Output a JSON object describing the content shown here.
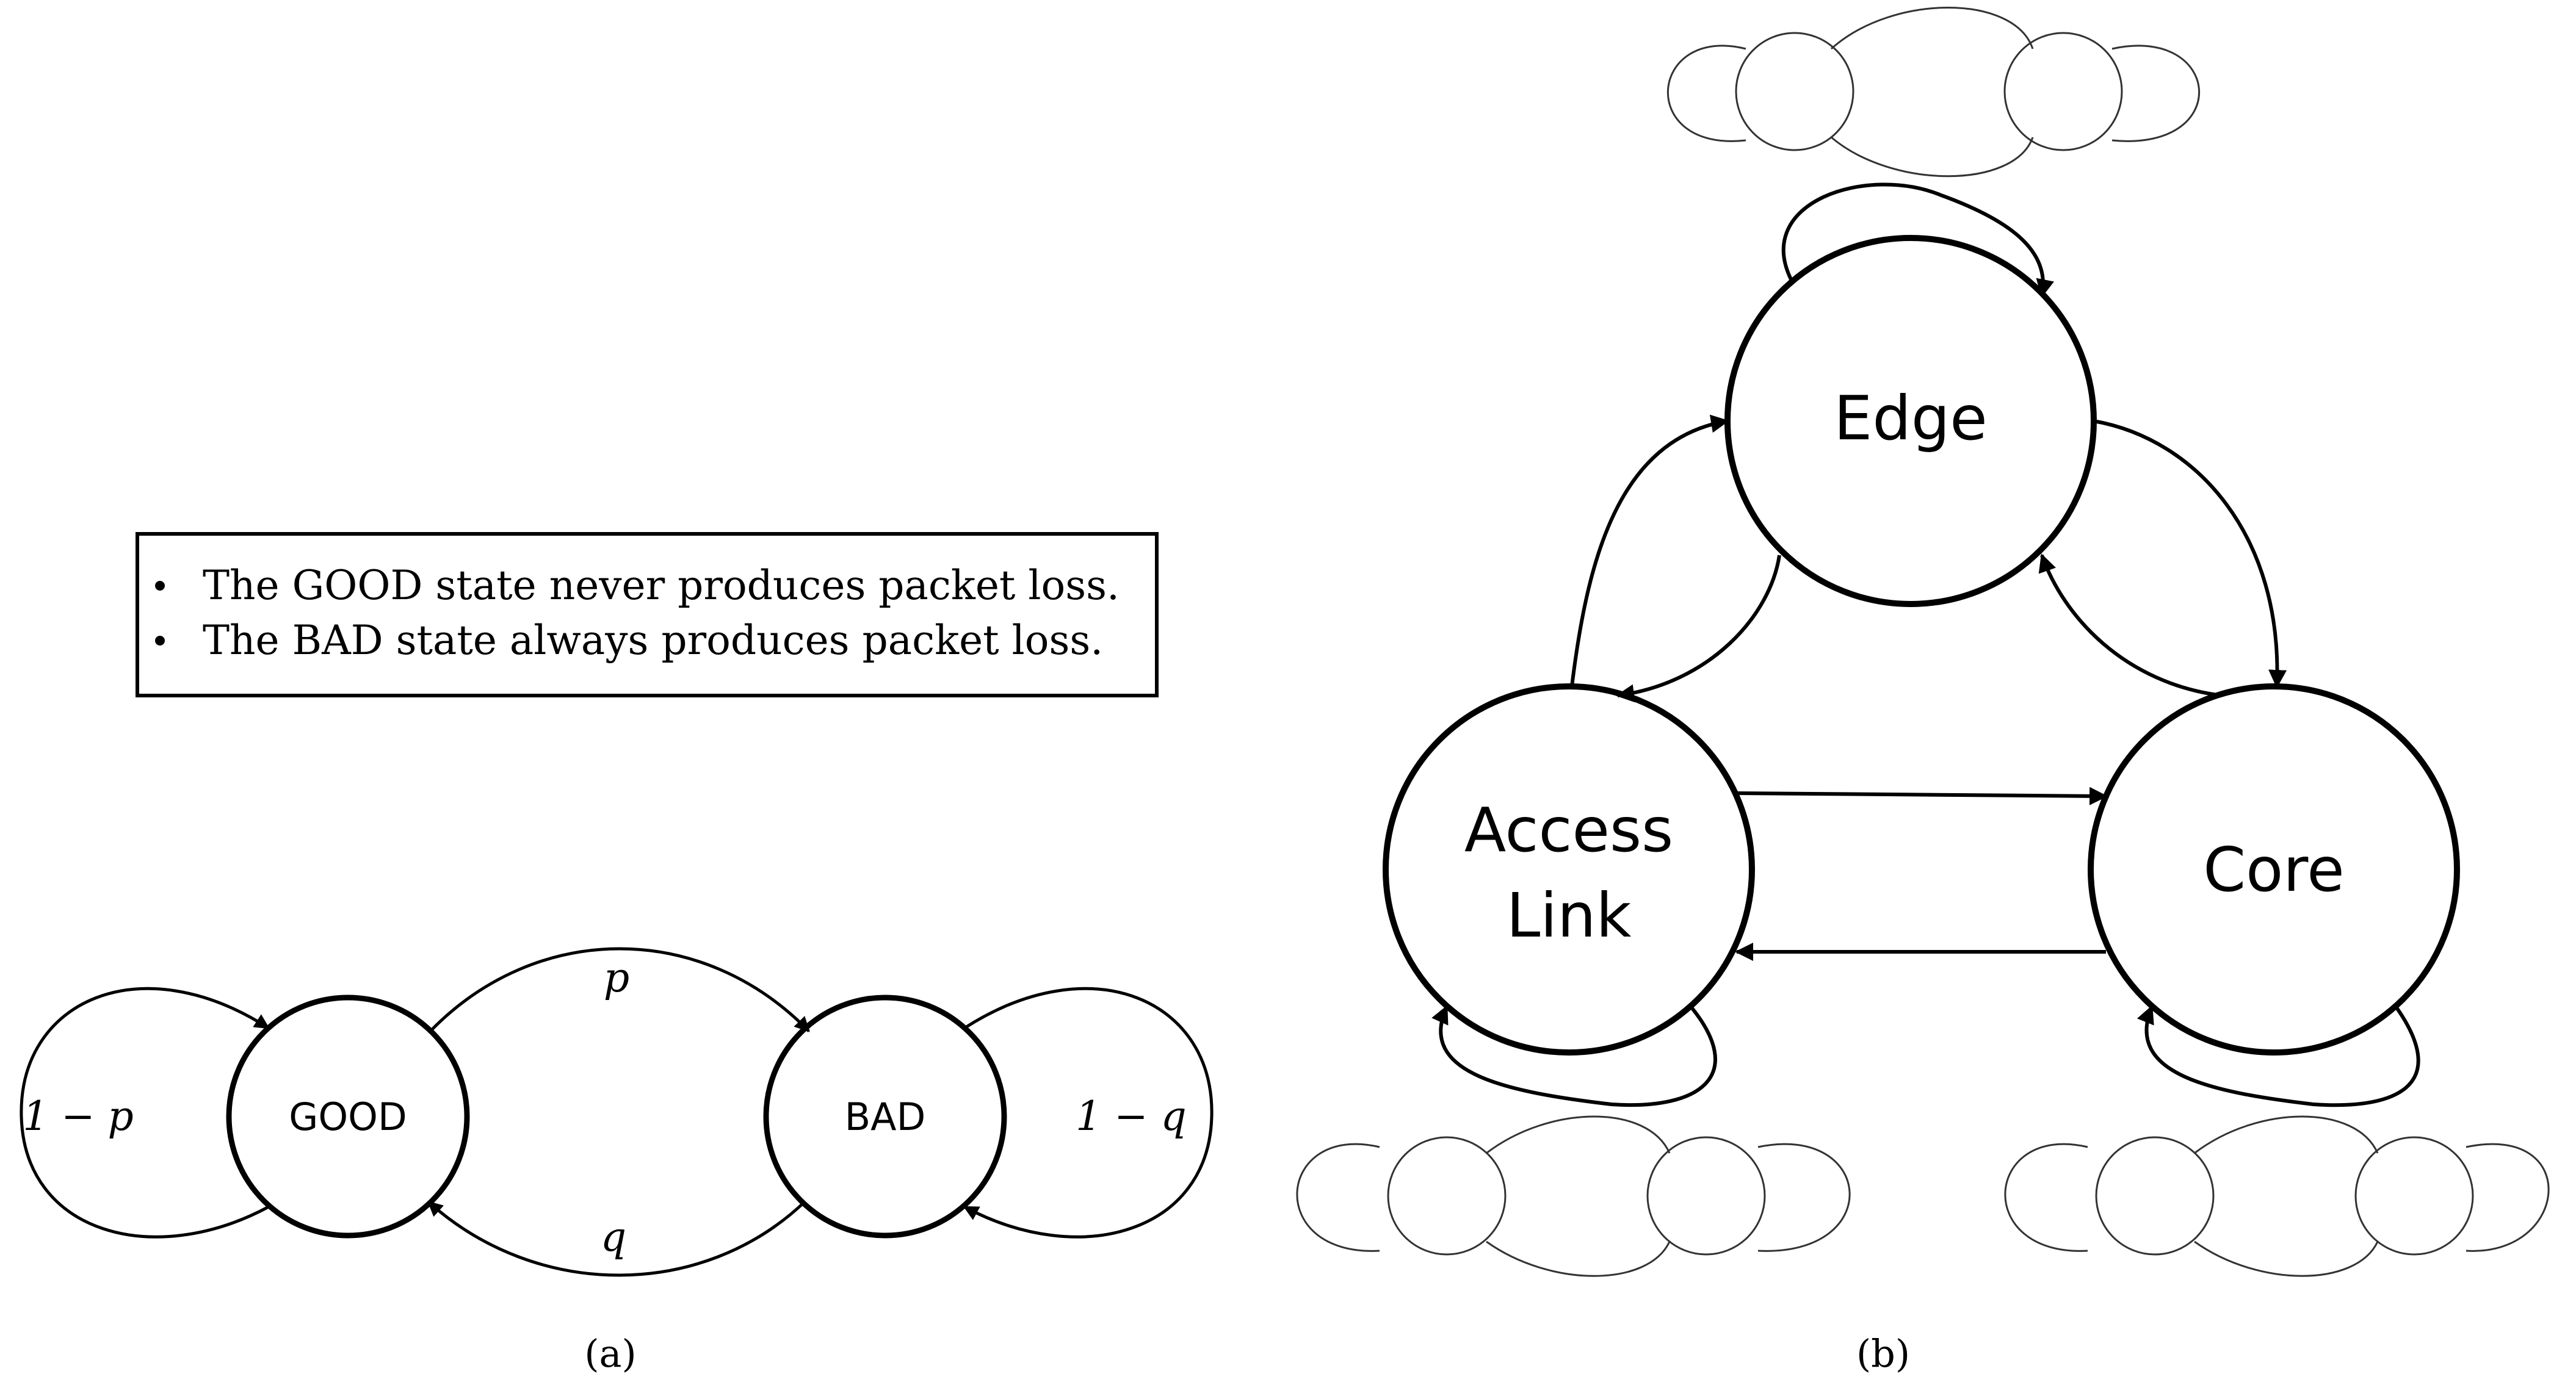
{
  "panel_a": {
    "label": "(a)",
    "notes": [
      "The GOOD state never produces packet loss.",
      "The BAD state always produces packet loss."
    ],
    "states": {
      "good": "GOOD",
      "bad": "BAD"
    },
    "transitions": {
      "good_to_bad": "p",
      "bad_to_good": "q",
      "good_self": "1 − p",
      "bad_self": "1 − q"
    }
  },
  "panel_b": {
    "label": "(b)",
    "nodes": {
      "edge": "Edge",
      "access_line1": "Access",
      "access_line2": "Link",
      "core": "Core"
    }
  },
  "colors": {
    "stroke": "#000000",
    "thin_stroke": "#444444",
    "background": "#ffffff"
  }
}
